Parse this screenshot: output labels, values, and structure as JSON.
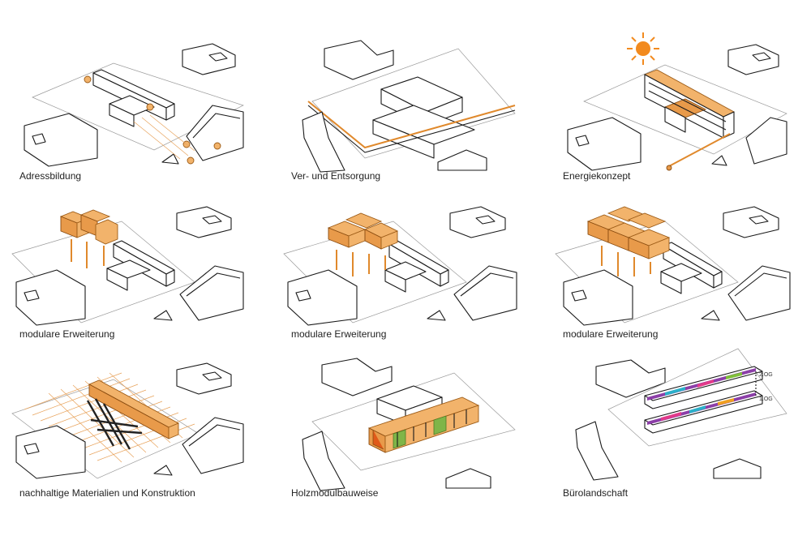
{
  "panels": [
    {
      "caption": "Adressbildung"
    },
    {
      "caption": "Ver- und Entsorgung"
    },
    {
      "caption": "Energiekonzept"
    },
    {
      "caption": "modulare Erweiterung"
    },
    {
      "caption": "modulare Erweiterung"
    },
    {
      "caption": "modulare Erweiterung"
    },
    {
      "caption": "nachhaltige Materialien und Konstruktion"
    },
    {
      "caption": "Holzmodulbauweise"
    },
    {
      "caption": "Bürolandschaft"
    }
  ],
  "levels": {
    "upper": "2.OG",
    "lower": "1.OG"
  },
  "colors": {
    "accent": "#e0892c",
    "module": "#f2b36b",
    "line": "#1a1a1a"
  }
}
